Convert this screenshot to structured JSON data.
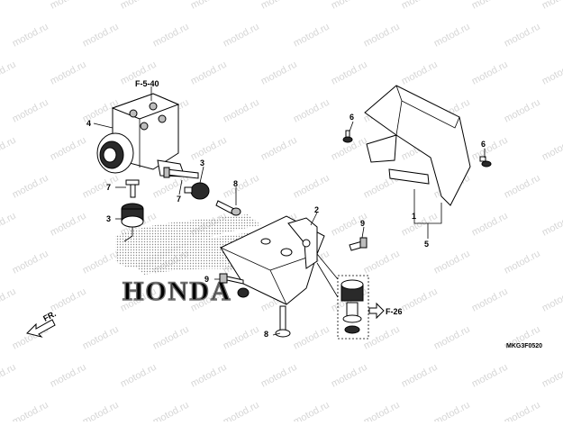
{
  "watermark": {
    "text": "motod.ru"
  },
  "references": {
    "abs_unit": "F-5-40",
    "connector": "F-26"
  },
  "direction": {
    "label": "FR."
  },
  "logo": {
    "text": "HONDA"
  },
  "diagram_code": "MKG3F0520",
  "callouts": [
    "1",
    "2",
    "3",
    "3",
    "4",
    "5",
    "6",
    "6",
    "7",
    "7",
    "8",
    "8",
    "9",
    "9"
  ]
}
